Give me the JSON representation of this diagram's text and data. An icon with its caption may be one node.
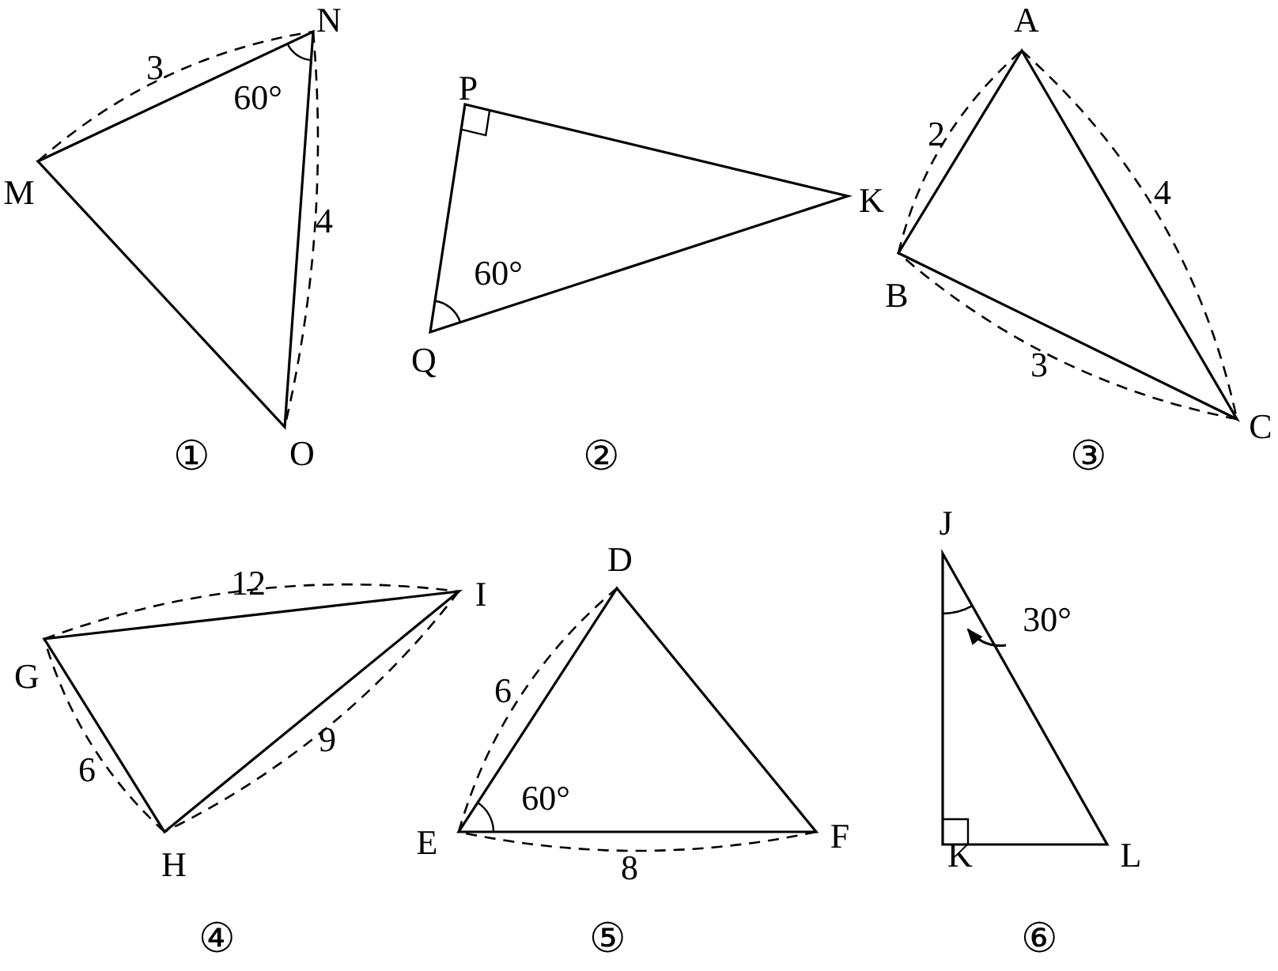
{
  "diagram": {
    "labels": [
      "N",
      "3",
      "60°",
      "M",
      "4",
      "O",
      "①",
      "P",
      "K",
      "60°",
      "Q",
      "②",
      "A",
      "2",
      "4",
      "B",
      "3",
      "C",
      "③",
      "12",
      "I",
      "G",
      "6",
      "9",
      "H",
      "④",
      "D",
      "6",
      "60°",
      "E",
      "F",
      "8",
      "⑤",
      "J",
      "30°",
      "K",
      "L",
      "⑥"
    ]
  }
}
